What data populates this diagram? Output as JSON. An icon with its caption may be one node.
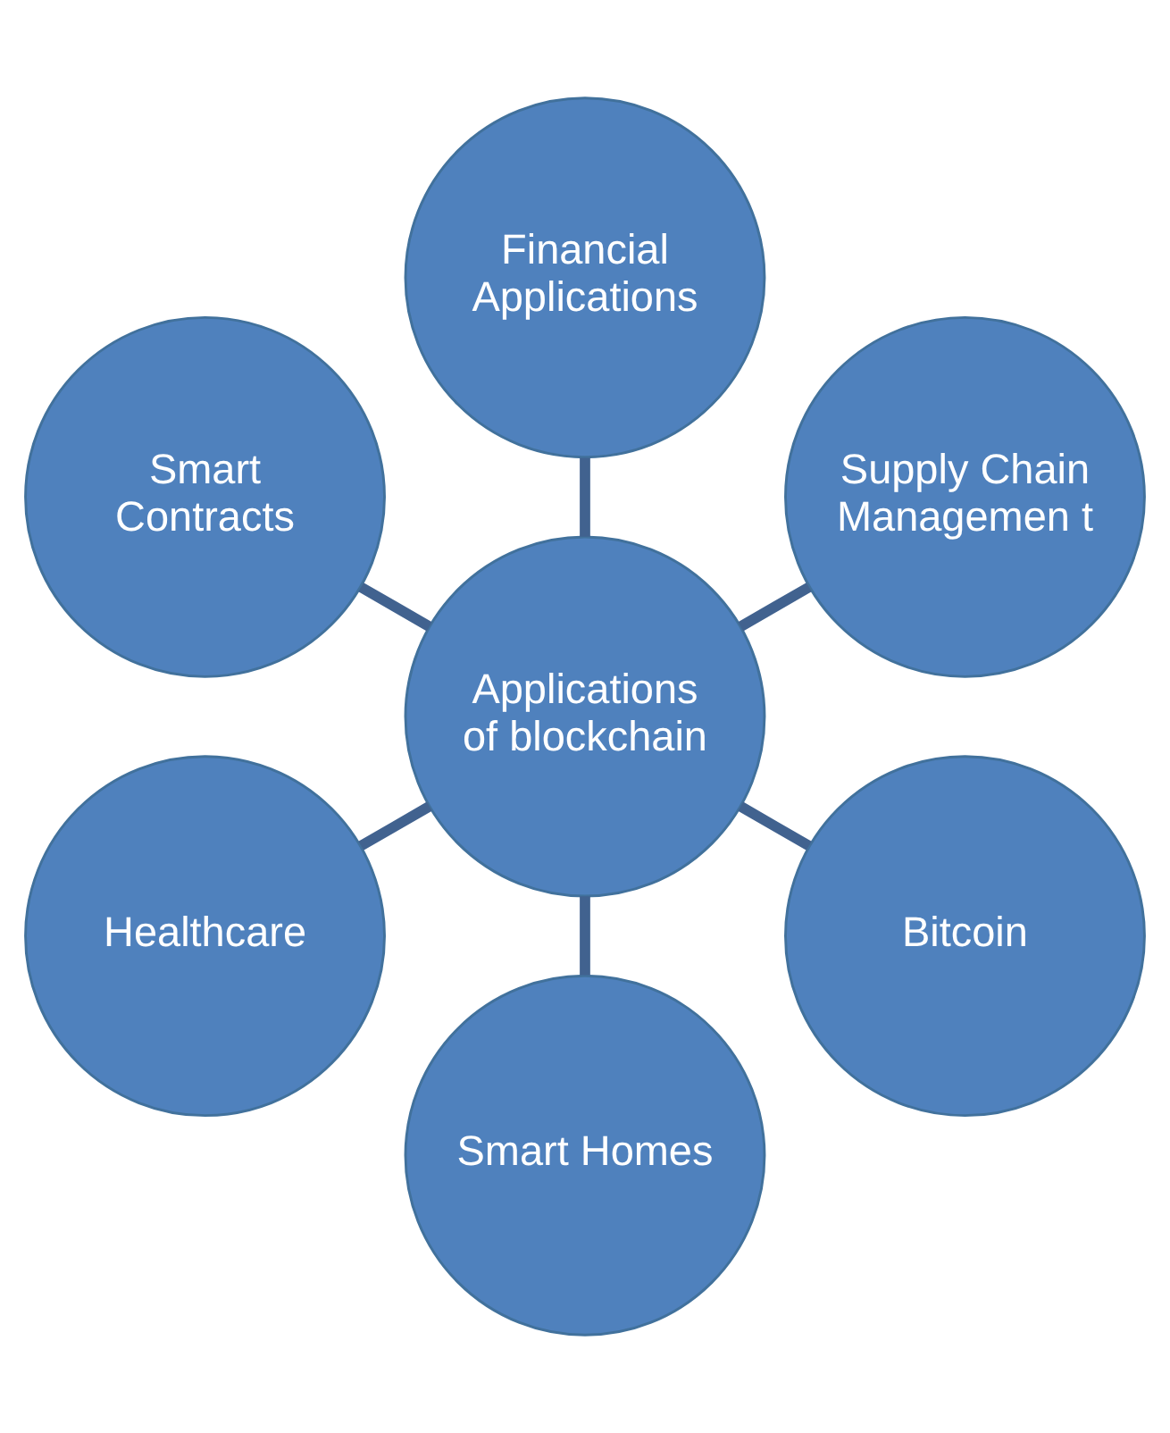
{
  "diagram": {
    "nodes": [
      {
        "text": [
          "Applications of blockchain"
        ]
      },
      {
        "text": [
          "Supply Chain Managemen t"
        ]
      },
      {
        "text": [
          "Financial Applications"
        ]
      },
      {
        "text": [
          "Smart Contracts"
        ]
      },
      {
        "text": [
          "Healthcare"
        ]
      },
      {
        "text": [
          "Smart Homes"
        ]
      },
      {
        "text": [
          "Bitcoin"
        ]
      }
    ],
    "edges": [
      {
        "from": 0,
        "to": 1,
        "arrow": "none"
      },
      {
        "from": 0,
        "to": 2,
        "arrow": "none"
      },
      {
        "from": 0,
        "to": 3,
        "arrow": "none"
      },
      {
        "from": 0,
        "to": 4,
        "arrow": "none"
      },
      {
        "from": 0,
        "to": 5,
        "arrow": "none"
      },
      {
        "from": 0,
        "to": 6,
        "arrow": "none"
      }
    ]
  }
}
